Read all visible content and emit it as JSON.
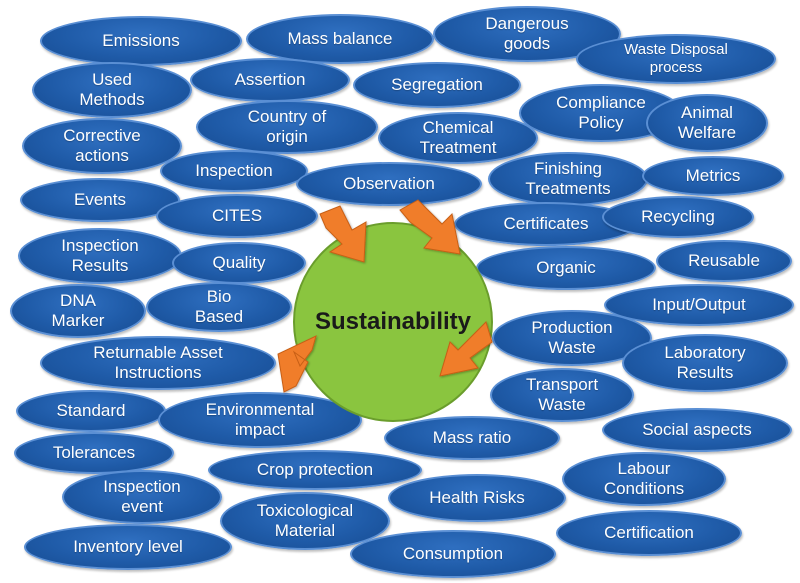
{
  "center": {
    "label": "Sustainability",
    "color": "#8ac53f"
  },
  "colors": {
    "bubble": "#1f5ba8",
    "arrow": "#f07d2a"
  },
  "bubbles": [
    "Emissions",
    "Mass balance",
    "Dangerous\ngoods",
    "Waste Disposal\nprocess",
    "Used\nMethods",
    "Assertion",
    "Segregation",
    "Compliance\nPolicy",
    "Animal\nWelfare",
    "Corrective\nactions",
    "Country of\norigin",
    "Chemical\nTreatment",
    "Inspection",
    "Finishing\nTreatments",
    "Metrics",
    "Events",
    "Observation",
    "CITES",
    "Certificates",
    "Recycling",
    "Inspection\nResults",
    "Quality",
    "Organic",
    "Reusable",
    "DNA\nMarker",
    "Bio\nBased",
    "Input/Output",
    "Production\nWaste",
    "Returnable Asset\nInstructions",
    "Laboratory\nResults",
    "Transport\nWaste",
    "Standard",
    "Environmental\nimpact",
    "Social aspects",
    "Mass ratio",
    "Tolerances",
    "Crop protection",
    "Labour\nConditions",
    "Inspection\nevent",
    "Health Risks",
    "Toxicological\nMaterial",
    "Certification",
    "Inventory level",
    "Consumption"
  ]
}
